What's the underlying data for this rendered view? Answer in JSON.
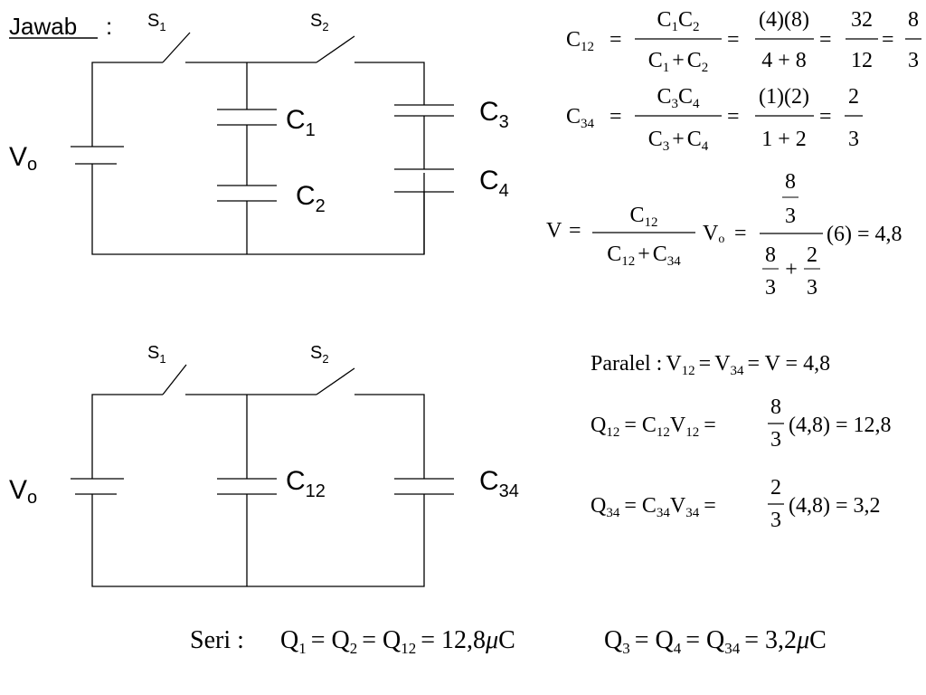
{
  "heading": {
    "label": "Jawab",
    "colon": ":"
  },
  "circuit1": {
    "switch1": {
      "main": "S",
      "sub": "1"
    },
    "switch2": {
      "main": "S",
      "sub": "2"
    },
    "source": {
      "main": "V",
      "sub": "o"
    },
    "cap1": {
      "main": "C",
      "sub": "1"
    },
    "cap2": {
      "main": "C",
      "sub": "2"
    },
    "cap3": {
      "main": "C",
      "sub": "3"
    },
    "cap4": {
      "main": "C",
      "sub": "4"
    }
  },
  "circuit2": {
    "switch1": {
      "main": "S",
      "sub": "1"
    },
    "switch2": {
      "main": "S",
      "sub": "2"
    },
    "source": {
      "main": "V",
      "sub": "o"
    },
    "cap12": {
      "main": "C",
      "sub": "12"
    },
    "cap34": {
      "main": "C",
      "sub": "34"
    }
  },
  "equations": {
    "c12": {
      "lhs": "C",
      "lhs_sub": "12",
      "frac1_num": [
        "C",
        "1",
        "C",
        "2"
      ],
      "frac1_den": [
        "C",
        "1",
        "+",
        "C",
        "2"
      ],
      "frac2_num": "(4)(8)",
      "frac2_den": "4 + 8",
      "frac3_num": "32",
      "frac3_den": "12",
      "frac4_num": "8",
      "frac4_den": "3"
    },
    "c34": {
      "lhs": "C",
      "lhs_sub": "34",
      "frac1_num": [
        "C",
        "3",
        "C",
        "4"
      ],
      "frac1_den": [
        "C",
        "3",
        "+",
        "C",
        "4"
      ],
      "frac2_num": "(1)(2)",
      "frac2_den": "1 + 2",
      "frac3_num": "2",
      "frac3_den": "3"
    },
    "v": {
      "lhs": "V",
      "frac_num": [
        "C",
        "12"
      ],
      "frac_den": [
        "C",
        "12",
        "+",
        "C",
        "34"
      ],
      "factor": "V",
      "factor_sub": "o",
      "big_num": [
        "8",
        "3"
      ],
      "big_den": [
        "8",
        "3",
        "+",
        "2",
        "3"
      ],
      "tail": "(6) = 4,8"
    },
    "paralel": {
      "label": "Paralel :",
      "text": [
        "V",
        "12",
        "=",
        "V",
        "34",
        "= V = 4,8"
      ]
    },
    "q12": {
      "lhs": [
        "Q",
        "12",
        "= C",
        "12",
        "V",
        "12",
        "="
      ],
      "frac_num": "8",
      "frac_den": "3",
      "tail": "(4,8) = 12,8"
    },
    "q34": {
      "lhs": [
        "Q",
        "34",
        "= C",
        "34",
        "V",
        "34",
        "="
      ],
      "frac_num": "2",
      "frac_den": "3",
      "tail": "(4,8) = 3,2"
    },
    "seri": {
      "label": "Seri :",
      "part1": [
        "Q",
        "1",
        "= Q",
        "2",
        "= Q",
        "12",
        "= 12,8",
        "μ",
        "C"
      ],
      "part2": [
        "Q",
        "3",
        "= Q",
        "4",
        "= Q",
        "34",
        "= 3,2",
        "μ",
        "C"
      ]
    }
  }
}
